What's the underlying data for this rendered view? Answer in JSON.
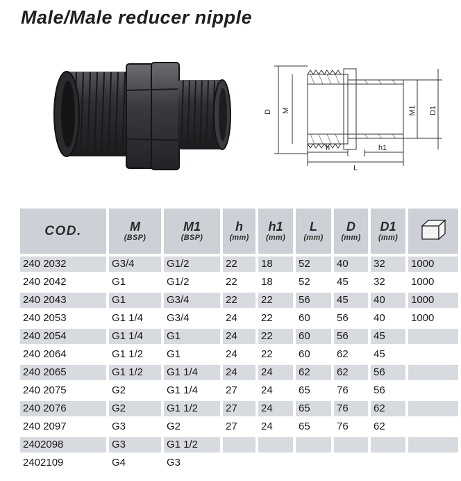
{
  "title": "Male/Male reducer nipple",
  "diagram": {
    "D": "D",
    "M": "M",
    "M1": "M1",
    "D1": "D1",
    "h": "h",
    "h1": "h1",
    "L": "L"
  },
  "colors": {
    "header_bg": "#cdd0d6",
    "row_shade": "#d7dadf",
    "part": "#3a3b3f"
  },
  "table": {
    "headers": [
      {
        "main": "COD.",
        "sub": ""
      },
      {
        "main": "M",
        "sub": "(BSP)"
      },
      {
        "main": "M1",
        "sub": "(BSP)"
      },
      {
        "main": "h",
        "sub": "(mm)"
      },
      {
        "main": "h1",
        "sub": "(mm)"
      },
      {
        "main": "L",
        "sub": "(mm)"
      },
      {
        "main": "D",
        "sub": "(mm)"
      },
      {
        "main": "D1",
        "sub": "(mm)"
      },
      {
        "main": "",
        "sub": "",
        "icon": "box-icon"
      }
    ],
    "rows": [
      [
        "240 2032",
        "G3/4",
        "G1/2",
        "22",
        "18",
        "52",
        "40",
        "32",
        "1000"
      ],
      [
        "240 2042",
        "G1",
        "G1/2",
        "22",
        "18",
        "52",
        "45",
        "32",
        "1000"
      ],
      [
        "240 2043",
        "G1",
        "G3/4",
        "22",
        "22",
        "56",
        "45",
        "40",
        "1000"
      ],
      [
        "240 2053",
        "G1 1/4",
        "G3/4",
        "24",
        "22",
        "60",
        "56",
        "40",
        "1000"
      ],
      [
        "240 2054",
        "G1 1/4",
        "G1",
        "24",
        "22",
        "60",
        "56",
        "45",
        ""
      ],
      [
        "240 2064",
        "G1 1/2",
        "G1",
        "24",
        "22",
        "60",
        "62",
        "45",
        ""
      ],
      [
        "240 2065",
        "G1 1/2",
        "G1 1/4",
        "24",
        "24",
        "62",
        "62",
        "56",
        ""
      ],
      [
        "240 2075",
        "G2",
        "G1 1/4",
        "27",
        "24",
        "65",
        "76",
        "56",
        ""
      ],
      [
        "240 2076",
        "G2",
        "G1 1/2",
        "27",
        "24",
        "65",
        "76",
        "62",
        ""
      ],
      [
        "240 2097",
        "G3",
        "G2",
        "27",
        "24",
        "65",
        "76",
        "62",
        ""
      ],
      [
        "2402098",
        "G3",
        "G1 1/2",
        "",
        "",
        "",
        "",
        "",
        ""
      ],
      [
        "2402109",
        "G4",
        "G3",
        "",
        "",
        "",
        "",
        "",
        ""
      ]
    ]
  }
}
